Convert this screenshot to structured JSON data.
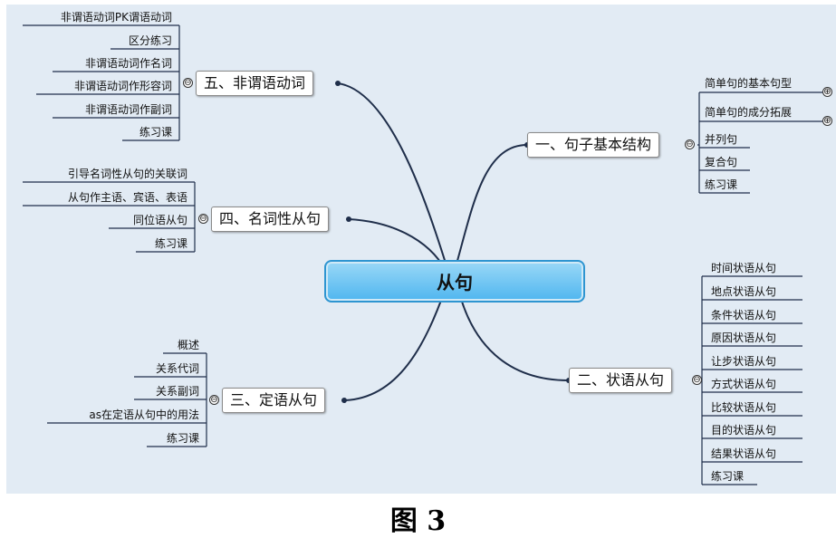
{
  "center": "从句",
  "topics": {
    "t1": {
      "label": "一、句子基本结构",
      "toggle": "⊖",
      "children": [
        "简单句的基本句型",
        "简单句的成分拓展",
        "并列句",
        "复合句",
        "练习课"
      ]
    },
    "t2": {
      "label": "二、状语从句",
      "toggle": "⊖",
      "children": [
        "时间状语从句",
        "地点状语从句",
        "条件状语从句",
        "原因状语从句",
        "让步状语从句",
        "方式状语从句",
        "比较状语从句",
        "目的状语从句",
        "结果状语从句",
        "练习课"
      ]
    },
    "t3": {
      "label": "三、定语从句",
      "toggle": "⊖",
      "children": [
        "概述",
        "关系代词",
        "关系副词",
        "as在定语从句中的用法",
        "练习课"
      ]
    },
    "t4": {
      "label": "四、名词性从句",
      "toggle": "⊖",
      "children": [
        "引导名词性从句的关联词",
        "从句作主语、宾语、表语",
        "同位语从句",
        "练习课"
      ]
    },
    "t5": {
      "label": "五、非谓语动词",
      "toggle": "⊖",
      "children": [
        "非谓语动词PK谓语动词",
        "区分练习",
        "非谓语动词作名词",
        "非谓语动词作形容词",
        "非谓语动词作副词",
        "练习课"
      ]
    }
  },
  "expand_icon": "⊕",
  "caption": "图 3"
}
